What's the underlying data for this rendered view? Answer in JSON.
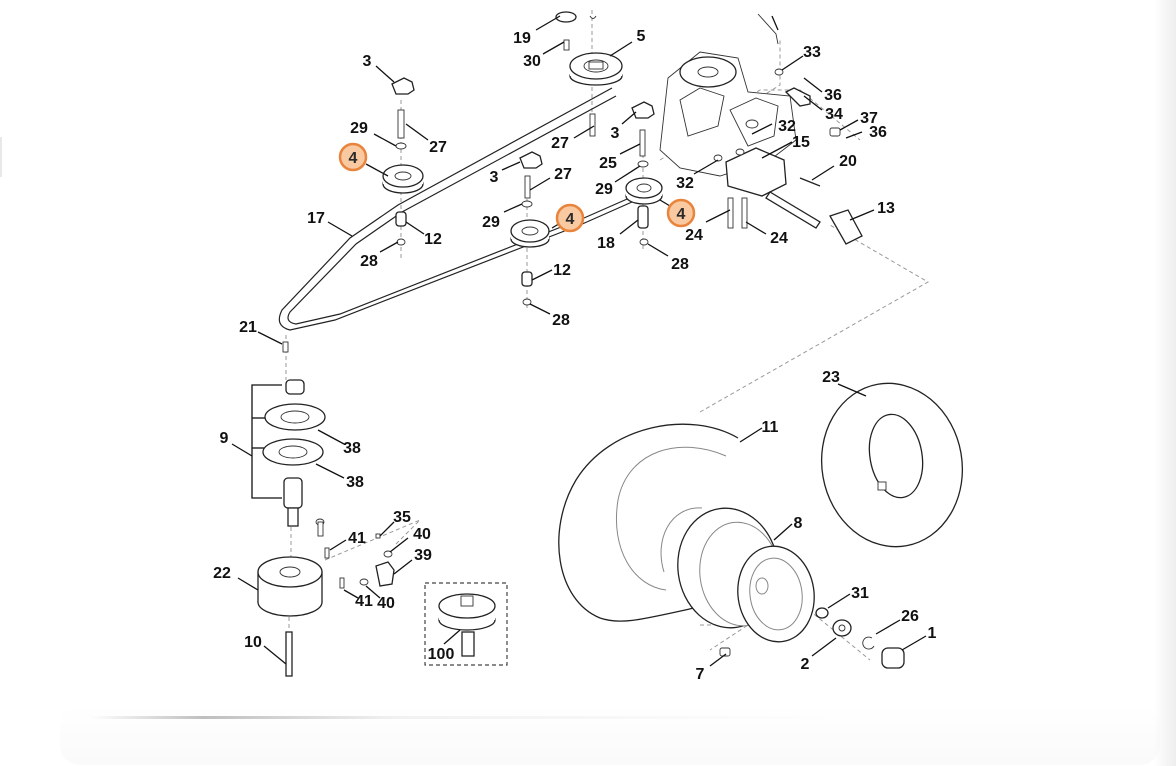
{
  "diagram": {
    "title": "Exploded parts diagram – drive belt, electric clutch, transmission and rear wheel",
    "highlight_color": "#e8843b",
    "highlight_fill": "#f9c9a1",
    "highlighted_part": "4",
    "callouts": [
      {
        "id": "c19",
        "label": "19"
      },
      {
        "id": "c30",
        "label": "30"
      },
      {
        "id": "c5",
        "label": "5"
      },
      {
        "id": "c33",
        "label": "33"
      },
      {
        "id": "c36a",
        "label": "36"
      },
      {
        "id": "c34",
        "label": "34"
      },
      {
        "id": "c37",
        "label": "37"
      },
      {
        "id": "c36b",
        "label": "36"
      },
      {
        "id": "c3a",
        "label": "3"
      },
      {
        "id": "c29a",
        "label": "29"
      },
      {
        "id": "c27a",
        "label": "27"
      },
      {
        "id": "c4a",
        "label": "4"
      },
      {
        "id": "c27b",
        "label": "27"
      },
      {
        "id": "c3b",
        "label": "3"
      },
      {
        "id": "c32a",
        "label": "32"
      },
      {
        "id": "c15",
        "label": "15"
      },
      {
        "id": "c25",
        "label": "25"
      },
      {
        "id": "c3c",
        "label": "3"
      },
      {
        "id": "c27c",
        "label": "27"
      },
      {
        "id": "c29b",
        "label": "29"
      },
      {
        "id": "c32b",
        "label": "32"
      },
      {
        "id": "c20",
        "label": "20"
      },
      {
        "id": "c4b",
        "label": "4"
      },
      {
        "id": "c4c",
        "label": "4"
      },
      {
        "id": "c13",
        "label": "13"
      },
      {
        "id": "c17",
        "label": "17"
      },
      {
        "id": "c29c",
        "label": "29"
      },
      {
        "id": "c24a",
        "label": "24"
      },
      {
        "id": "c24b",
        "label": "24"
      },
      {
        "id": "c12a",
        "label": "12"
      },
      {
        "id": "c18",
        "label": "18"
      },
      {
        "id": "c28a",
        "label": "28"
      },
      {
        "id": "c28b",
        "label": "28"
      },
      {
        "id": "c12b",
        "label": "12"
      },
      {
        "id": "c28c",
        "label": "28"
      },
      {
        "id": "c21",
        "label": "21"
      },
      {
        "id": "c23",
        "label": "23"
      },
      {
        "id": "c9",
        "label": "9"
      },
      {
        "id": "c38a",
        "label": "38"
      },
      {
        "id": "c11",
        "label": "11"
      },
      {
        "id": "c38b",
        "label": "38"
      },
      {
        "id": "c35",
        "label": "35"
      },
      {
        "id": "c8",
        "label": "8"
      },
      {
        "id": "c41a",
        "label": "41"
      },
      {
        "id": "c40a",
        "label": "40"
      },
      {
        "id": "c39",
        "label": "39"
      },
      {
        "id": "c22",
        "label": "22"
      },
      {
        "id": "c41b",
        "label": "41"
      },
      {
        "id": "c40b",
        "label": "40"
      },
      {
        "id": "c31",
        "label": "31"
      },
      {
        "id": "c26",
        "label": "26"
      },
      {
        "id": "c1",
        "label": "1"
      },
      {
        "id": "c10",
        "label": "10"
      },
      {
        "id": "c100",
        "label": "100"
      },
      {
        "id": "c2",
        "label": "2"
      },
      {
        "id": "c7",
        "label": "7"
      }
    ]
  }
}
